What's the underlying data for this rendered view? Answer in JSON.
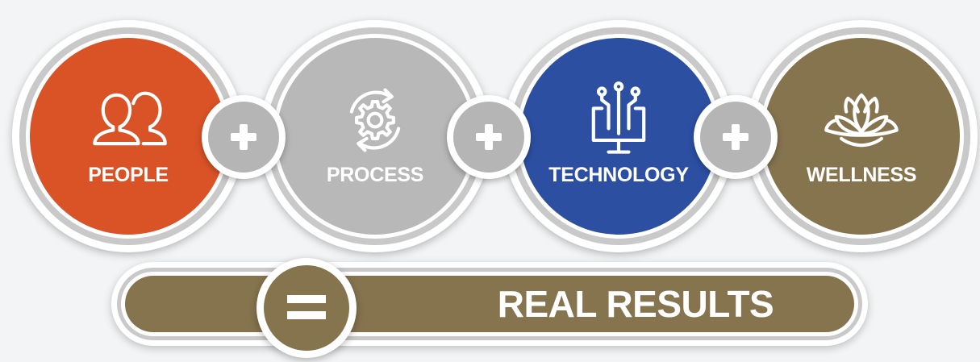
{
  "pillars": [
    {
      "label": "PEOPLE",
      "color": "#d95327",
      "icon": "people-icon"
    },
    {
      "label": "PROCESS",
      "color": "#b8b8b8",
      "icon": "gear-cycle-icon"
    },
    {
      "label": "TECHNOLOGY",
      "color": "#2c4fa2",
      "icon": "computer-circuit-icon"
    },
    {
      "label": "WELLNESS",
      "color": "#86744f",
      "icon": "lotus-icon"
    }
  ],
  "operators": {
    "plus": "plus-icon",
    "equals": "equals-icon"
  },
  "result": {
    "label": "REAL RESULTS",
    "color": "#86744f"
  }
}
